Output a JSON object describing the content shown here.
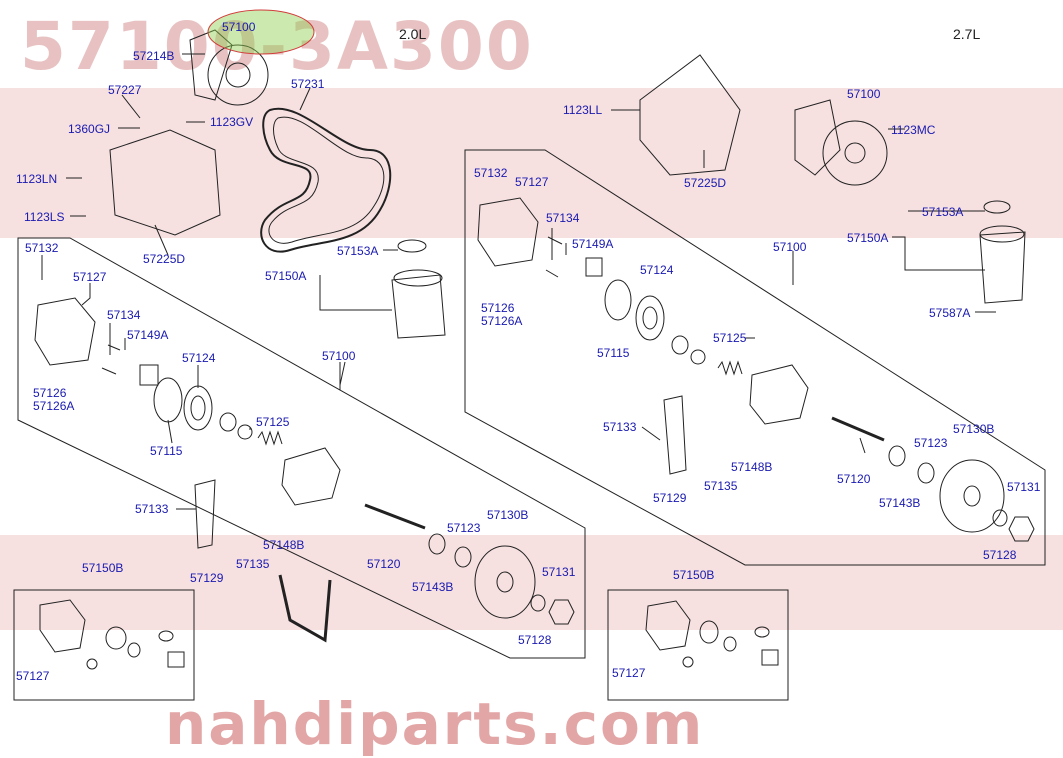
{
  "watermark": {
    "code": "57100-3A300",
    "url": "nahdiparts.com"
  },
  "engines": {
    "left": "2.0L",
    "right": "2.7L"
  },
  "labels": [
    {
      "id": "57100-top",
      "text": "57100"
    },
    {
      "id": "57214B",
      "text": "57214B"
    },
    {
      "id": "57227",
      "text": "57227"
    },
    {
      "id": "1360GJ",
      "text": "1360GJ"
    },
    {
      "id": "1123GV",
      "text": "1123GV"
    },
    {
      "id": "1123LN",
      "text": "1123LN"
    },
    {
      "id": "1123LS",
      "text": "1123LS"
    },
    {
      "id": "57225D-l",
      "text": "57225D"
    },
    {
      "id": "57231",
      "text": "57231"
    },
    {
      "id": "57153A-l",
      "text": "57153A"
    },
    {
      "id": "57150A-l",
      "text": "57150A"
    },
    {
      "id": "57132-l",
      "text": "57132"
    },
    {
      "id": "57127-l",
      "text": "57127"
    },
    {
      "id": "57134-l",
      "text": "57134"
    },
    {
      "id": "57149A-l",
      "text": "57149A"
    },
    {
      "id": "57126-l",
      "text": "57126"
    },
    {
      "id": "57126A-l",
      "text": "57126A"
    },
    {
      "id": "57124-l",
      "text": "57124"
    },
    {
      "id": "57115-l",
      "text": "57115"
    },
    {
      "id": "57100-lmid",
      "text": "57100"
    },
    {
      "id": "57125-l",
      "text": "57125"
    },
    {
      "id": "57133-l",
      "text": "57133"
    },
    {
      "id": "57129-l",
      "text": "57129"
    },
    {
      "id": "57135-l",
      "text": "57135"
    },
    {
      "id": "57148B-l",
      "text": "57148B"
    },
    {
      "id": "57120-l",
      "text": "57120"
    },
    {
      "id": "57143B-l",
      "text": "57143B"
    },
    {
      "id": "57123-l",
      "text": "57123"
    },
    {
      "id": "57130B-l",
      "text": "57130B"
    },
    {
      "id": "57131-l",
      "text": "57131"
    },
    {
      "id": "57128-l",
      "text": "57128"
    },
    {
      "id": "57150B-l",
      "text": "57150B"
    },
    {
      "id": "57127-lb",
      "text": "57127"
    },
    {
      "id": "1123LL",
      "text": "1123LL"
    },
    {
      "id": "57225D-r",
      "text": "57225D"
    },
    {
      "id": "57100-r",
      "text": "57100"
    },
    {
      "id": "1123MC",
      "text": "1123MC"
    },
    {
      "id": "57132-r",
      "text": "57132"
    },
    {
      "id": "57127-r",
      "text": "57127"
    },
    {
      "id": "57134-r",
      "text": "57134"
    },
    {
      "id": "57149A-r",
      "text": "57149A"
    },
    {
      "id": "57124-r",
      "text": "57124"
    },
    {
      "id": "57126-r",
      "text": "57126"
    },
    {
      "id": "57126A-r",
      "text": "57126A"
    },
    {
      "id": "57115-r",
      "text": "57115"
    },
    {
      "id": "57100-rmid",
      "text": "57100"
    },
    {
      "id": "57153A-r",
      "text": "57153A"
    },
    {
      "id": "57150A-r",
      "text": "57150A"
    },
    {
      "id": "57587A",
      "text": "57587A"
    },
    {
      "id": "57125-r",
      "text": "57125"
    },
    {
      "id": "57133-r",
      "text": "57133"
    },
    {
      "id": "57148B-r",
      "text": "57148B"
    },
    {
      "id": "57129-r",
      "text": "57129"
    },
    {
      "id": "57135-r",
      "text": "57135"
    },
    {
      "id": "57120-r",
      "text": "57120"
    },
    {
      "id": "57123-r",
      "text": "57123"
    },
    {
      "id": "57130B-r",
      "text": "57130B"
    },
    {
      "id": "57143B-r",
      "text": "57143B"
    },
    {
      "id": "57131-r",
      "text": "57131"
    },
    {
      "id": "57128-r",
      "text": "57128"
    },
    {
      "id": "57150B-r",
      "text": "57150B"
    },
    {
      "id": "57127-rb",
      "text": "57127"
    }
  ],
  "colors": {
    "label": "#1a1ab0",
    "line": "#222222",
    "highlight": "#8fd14f",
    "watermark": "#e8c2c2"
  }
}
